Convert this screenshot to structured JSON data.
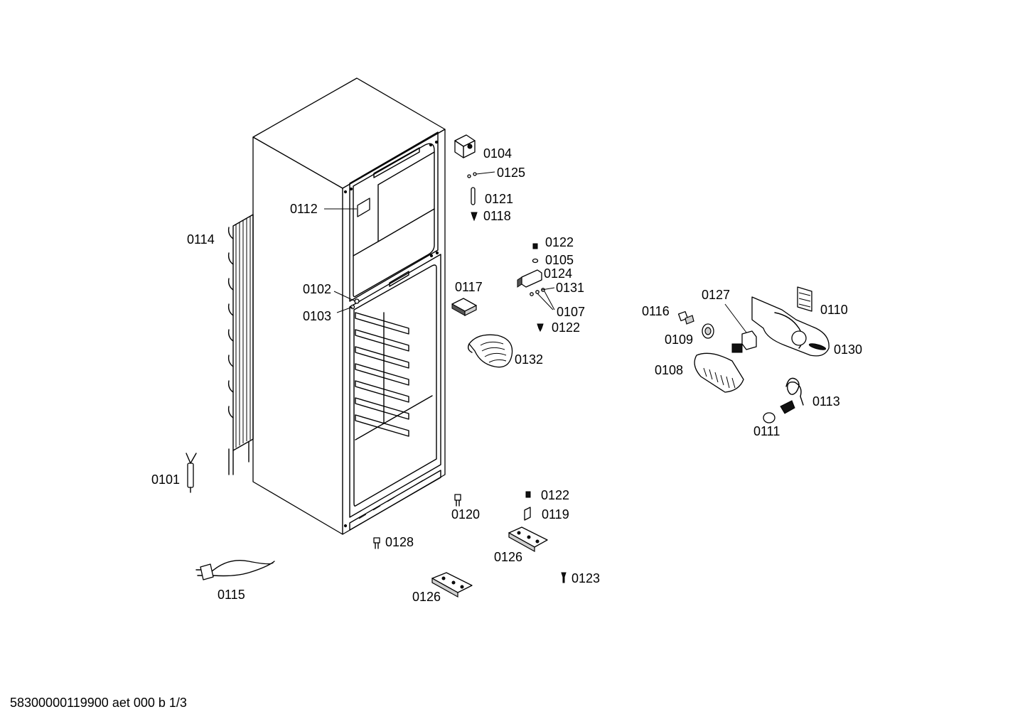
{
  "footer": {
    "doc_code": "58300000119900 aet 000 b 1/3"
  },
  "parts": [
    {
      "id": "p0101",
      "label": "0101",
      "icon": "thermostat-probe-icon"
    },
    {
      "id": "p0102",
      "label": "0102",
      "icon": "screw-icon"
    },
    {
      "id": "p0103",
      "label": "0103",
      "icon": "washer-icon"
    },
    {
      "id": "p0104",
      "label": "0104",
      "icon": "hinge-icon"
    },
    {
      "id": "p0105",
      "label": "0105",
      "icon": "washer-icon"
    },
    {
      "id": "p0107",
      "label": "0107",
      "icon": "screw-icon"
    },
    {
      "id": "p0108",
      "label": "0108",
      "icon": "lamp-cover-icon"
    },
    {
      "id": "p0109",
      "label": "0109",
      "icon": "knob-ring-icon"
    },
    {
      "id": "p0110",
      "label": "0110",
      "icon": "bracket-icon"
    },
    {
      "id": "p0111",
      "label": "0111",
      "icon": "cap-icon"
    },
    {
      "id": "p0112",
      "label": "0112",
      "icon": "label-plate-icon"
    },
    {
      "id": "p0113",
      "label": "0113",
      "icon": "thermostat-icon"
    },
    {
      "id": "p0114",
      "label": "0114",
      "icon": "condenser-icon"
    },
    {
      "id": "p0115",
      "label": "0115",
      "icon": "power-cord-icon"
    },
    {
      "id": "p0116",
      "label": "0116",
      "icon": "bulb-icon"
    },
    {
      "id": "p0117",
      "label": "0117",
      "icon": "cover-plate-icon"
    },
    {
      "id": "p0118",
      "label": "0118",
      "icon": "screw-icon"
    },
    {
      "id": "p0119",
      "label": "0119",
      "icon": "clip-icon"
    },
    {
      "id": "p0120",
      "label": "0120",
      "icon": "foot-icon"
    },
    {
      "id": "p0121",
      "label": "0121",
      "icon": "pin-icon"
    },
    {
      "id": "p0122a",
      "label": "0122",
      "icon": "screw-icon"
    },
    {
      "id": "p0122b",
      "label": "0122",
      "icon": "screw-icon"
    },
    {
      "id": "p0122c",
      "label": "0122",
      "icon": "screw-icon"
    },
    {
      "id": "p0123",
      "label": "0123",
      "icon": "screw-icon"
    },
    {
      "id": "p0124",
      "label": "0124",
      "icon": "bracket-icon"
    },
    {
      "id": "p0125",
      "label": "0125",
      "icon": "screw-icon"
    },
    {
      "id": "p0126a",
      "label": "0126",
      "icon": "hinge-plate-icon"
    },
    {
      "id": "p0126b",
      "label": "0126",
      "icon": "hinge-plate-icon"
    },
    {
      "id": "p0127",
      "label": "0127",
      "icon": "switch-icon"
    },
    {
      "id": "p0128",
      "label": "0128",
      "icon": "foot-icon"
    },
    {
      "id": "p0130",
      "label": "0130",
      "icon": "control-housing-icon"
    },
    {
      "id": "p0131",
      "label": "0131",
      "icon": "screw-icon"
    },
    {
      "id": "p0132",
      "label": "0132",
      "icon": "fan-cover-icon"
    }
  ]
}
